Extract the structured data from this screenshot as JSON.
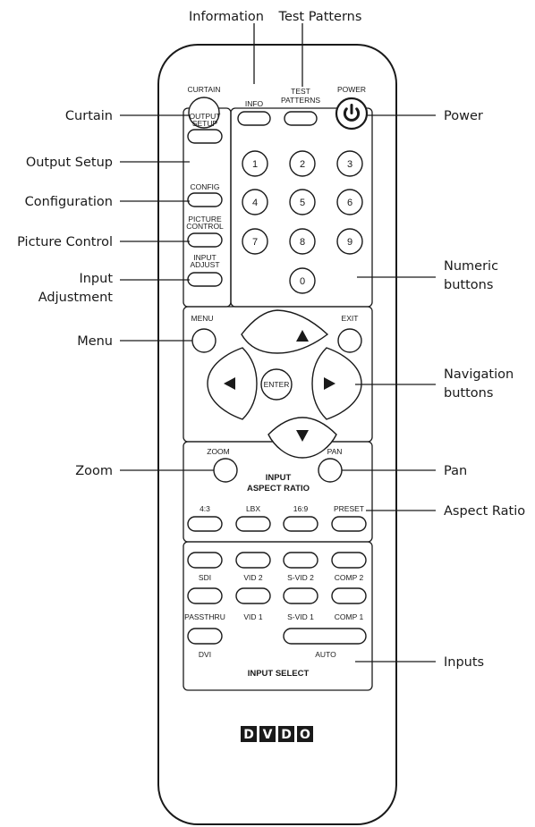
{
  "callouts": {
    "information": "Information",
    "test_patterns": "Test Patterns",
    "curtain": "Curtain",
    "output_setup": "Output Setup",
    "configuration": "Configuration",
    "picture_control": "Picture Control",
    "input_adjustment_1": "Input",
    "input_adjustment_2": "Adjustment",
    "menu": "Menu",
    "zoom": "Zoom",
    "power": "Power",
    "numeric_1": "Numeric",
    "numeric_2": "buttons",
    "navigation_1": "Navigation",
    "navigation_2": "buttons",
    "pan": "Pan",
    "aspect_ratio": "Aspect Ratio",
    "inputs": "Inputs"
  },
  "remote": {
    "curtain": "CURTAIN",
    "info": "INFO",
    "test_1": "TEST",
    "test_2": "PATTERNS",
    "power": "POWER",
    "output_1": "OUTPUT",
    "output_2": "SETUP",
    "config": "CONFIG",
    "picture_1": "PICTURE",
    "picture_2": "CONTROL",
    "input_adj_1": "INPUT",
    "input_adj_2": "ADJUST",
    "digits": [
      "1",
      "2",
      "3",
      "4",
      "5",
      "6",
      "7",
      "8",
      "9",
      "0"
    ],
    "menu": "MENU",
    "exit": "EXIT",
    "enter": "ENTER",
    "zoom": "ZOOM",
    "pan": "PAN",
    "aspect_title_1": "INPUT",
    "aspect_title_2": "ASPECT RATIO",
    "aspect_buttons": [
      "4:3",
      "LBX",
      "16:9",
      "PRESET"
    ],
    "input_row1": [
      "SDI",
      "VID 2",
      "S-VID 2",
      "COMP 2"
    ],
    "input_row2": [
      "PASSTHRU",
      "VID 1",
      "S-VID 1",
      "COMP 1"
    ],
    "dvi": "DVI",
    "auto": "AUTO",
    "input_select": "INPUT SELECT",
    "logo": [
      "D",
      "V",
      "D",
      "O"
    ]
  }
}
